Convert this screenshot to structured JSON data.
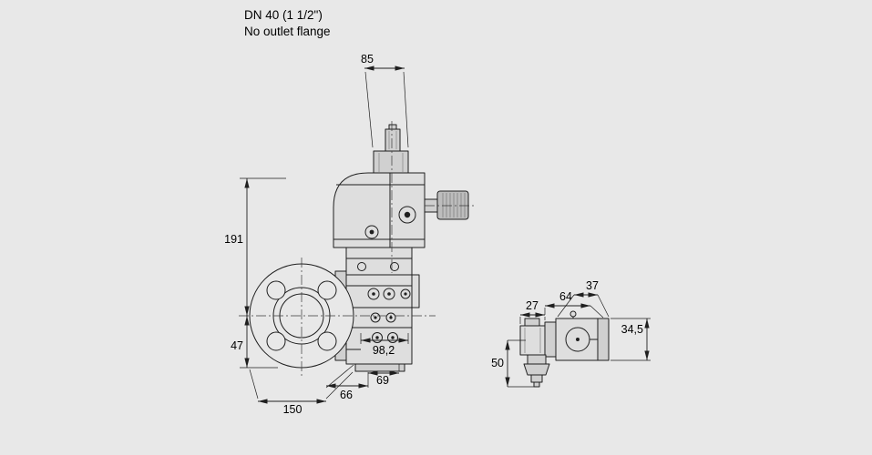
{
  "canvas": {
    "background": "#e8e8e8",
    "line_color": "#1f1f1f"
  },
  "header": {
    "model": "DN 40 (1 1/2\")",
    "variant": "No outlet flange"
  },
  "main_view": {
    "dim_actuator_width": "85",
    "dim_height_above_axis": "191",
    "dim_height_below_axis": "47",
    "dim_flange_diameter": "150",
    "dim_inlet_depth": "66",
    "dim_outlet_depth": "69",
    "dim_total_depth": "98,2"
  },
  "side_view": {
    "dim_coil_width": "27",
    "dim_body_width": "64",
    "dim_offset": "37",
    "dim_height": "34,5",
    "dim_gland_height": "50"
  }
}
